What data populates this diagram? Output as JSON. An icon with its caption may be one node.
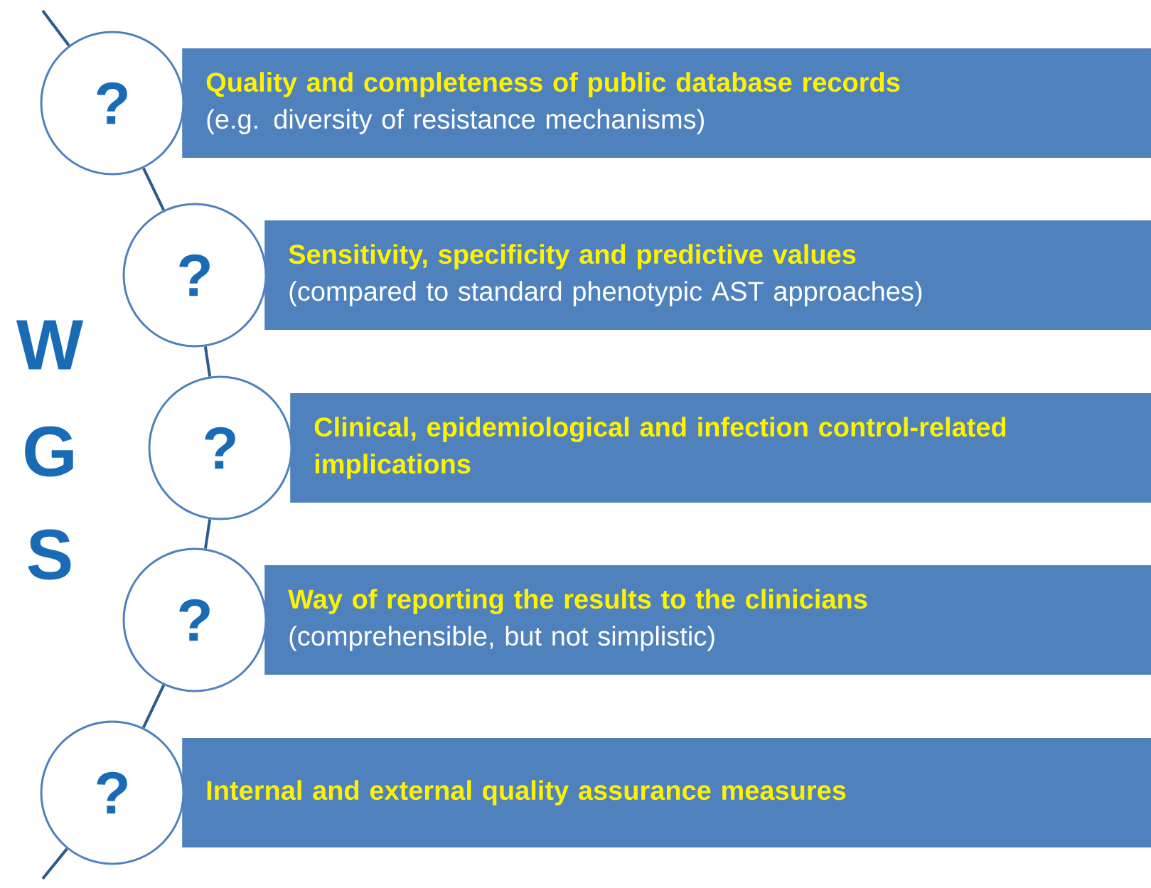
{
  "diagram": {
    "nodes": [
      {
        "text": [
          "?"
        ]
      },
      {
        "text": [
          "Quality and completeness of public database records",
          "(e.g. diversity of resistance mechanisms)"
        ]
      },
      {
        "text": [
          "?"
        ]
      },
      {
        "text": [
          "Sensitivity, specificity and predictive values",
          "(compared to standard phenotypic AST approaches)"
        ]
      },
      {
        "text": [
          "?"
        ]
      },
      {
        "text": [
          "Clinical, epidemiological and infection control-related implications"
        ]
      },
      {
        "text": [
          "?"
        ]
      },
      {
        "text": [
          "Way of reporting the results to the clinicians",
          "(comprehensible, but not simplistic)"
        ]
      },
      {
        "text": [
          "?"
        ]
      },
      {
        "text": [
          "Internal and external quality assurance measures"
        ]
      }
    ],
    "edges": [
      {
        "from": null,
        "to": 0,
        "arrow": "none"
      },
      {
        "from": 0,
        "to": 2,
        "arrow": "none"
      },
      {
        "from": 2,
        "to": 4,
        "arrow": "none"
      },
      {
        "from": 4,
        "to": 6,
        "arrow": "none"
      },
      {
        "from": 6,
        "to": 8,
        "arrow": "none"
      },
      {
        "from": 8,
        "to": null,
        "arrow": "none"
      }
    ],
    "labels": [
      "W",
      "G",
      "S"
    ]
  }
}
